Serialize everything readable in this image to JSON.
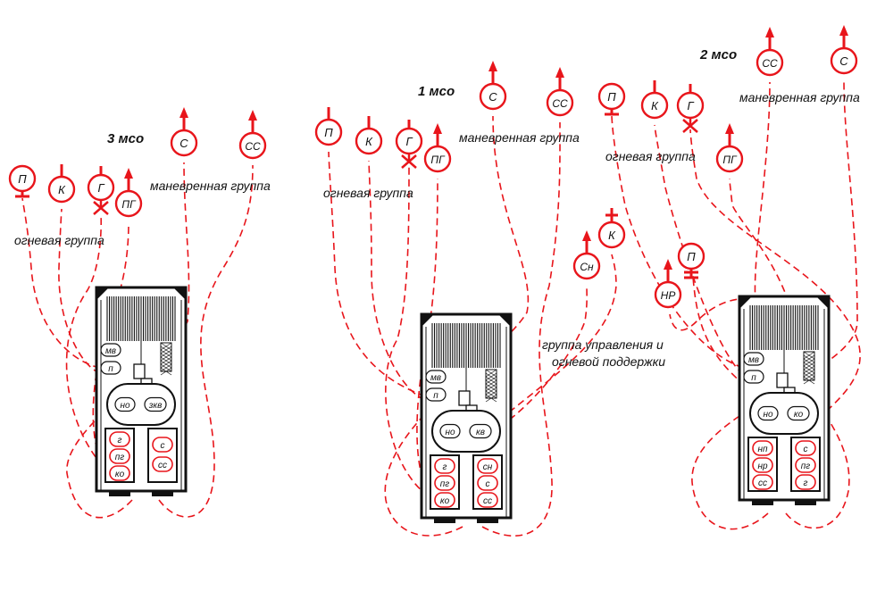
{
  "colors": {
    "accent": "#e8151b",
    "ink": "#111111",
    "vehicle": "#ffffff"
  },
  "groups": [
    {
      "title": "3 мсо",
      "fire_label": "огневая группа",
      "maneuver_label": "маневренная группа",
      "support_label": "",
      "support_label2": "",
      "vehicle_pills": [
        "мв",
        "п",
        "но",
        "зкв"
      ],
      "left_seats": [
        "г",
        "пг",
        "ко"
      ],
      "right_seats": [
        "с",
        "сс"
      ],
      "soldiers": [
        {
          "label": "П",
          "shape": "bar"
        },
        {
          "label": "К",
          "shape": "up"
        },
        {
          "label": "Г",
          "shape": "x"
        },
        {
          "label": "ПГ",
          "shape": "arrow"
        },
        {
          "label": "С",
          "shape": "arrow"
        },
        {
          "label": "СС",
          "shape": "arrow"
        }
      ]
    },
    {
      "title": "1 мсо",
      "fire_label": "огневая группа",
      "maneuver_label": "маневренная группа",
      "support_label": "группа управления и",
      "support_label2": "огневой поддержки",
      "vehicle_pills": [
        "мв",
        "п",
        "но",
        "кв"
      ],
      "left_seats": [
        "г",
        "пг",
        "ко"
      ],
      "right_seats": [
        "сн",
        "с",
        "сс"
      ],
      "soldiers": [
        {
          "label": "П",
          "shape": "up"
        },
        {
          "label": "К",
          "shape": "up"
        },
        {
          "label": "Г",
          "shape": "x"
        },
        {
          "label": "ПГ",
          "shape": "arrow"
        },
        {
          "label": "С",
          "shape": "arrow"
        },
        {
          "label": "СС",
          "shape": "arrow"
        },
        {
          "label": "Сн",
          "shape": "arrow"
        },
        {
          "label": "К",
          "shape": "plus"
        }
      ]
    },
    {
      "title": "2 мсо",
      "fire_label": "огневая группа",
      "maneuver_label": "маневренная группа",
      "support_label": "",
      "support_label2": "",
      "vehicle_pills": [
        "мв",
        "п",
        "но",
        "ко"
      ],
      "left_seats": [
        "нп",
        "нр",
        "сс"
      ],
      "right_seats": [
        "с",
        "пг",
        "г"
      ],
      "soldiers": [
        {
          "label": "П",
          "shape": "bar"
        },
        {
          "label": "К",
          "shape": "up"
        },
        {
          "label": "Г",
          "shape": "x"
        },
        {
          "label": "ПГ",
          "shape": "arrow"
        },
        {
          "label": "СС",
          "shape": "arrow"
        },
        {
          "label": "С",
          "shape": "arrow"
        },
        {
          "label": "НР",
          "shape": "arrow"
        },
        {
          "label": "П",
          "shape": "bar2"
        }
      ]
    }
  ]
}
